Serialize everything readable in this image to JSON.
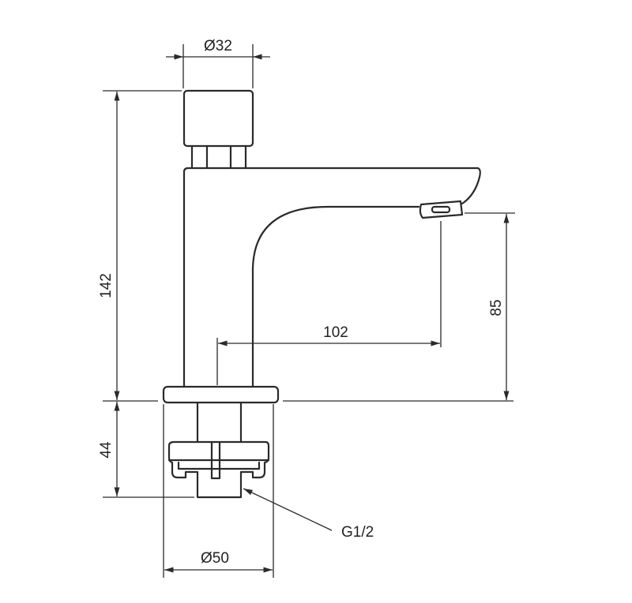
{
  "drawing": {
    "dimensions": {
      "handle_diameter": "Ø32",
      "total_height": "142",
      "spout_height": "85",
      "spout_reach": "102",
      "shank_length": "44",
      "base_diameter": "Ø50",
      "thread": "G1/2"
    }
  }
}
